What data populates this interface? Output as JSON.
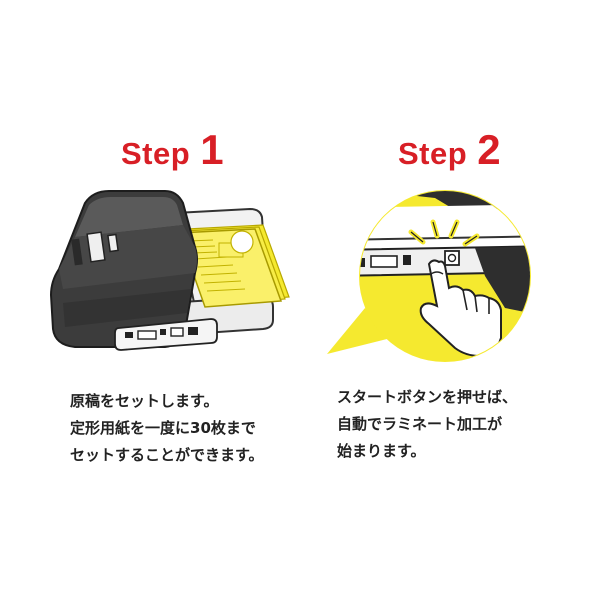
{
  "step1": {
    "word": "Step",
    "number": "1",
    "lines": [
      "原稿をセットします。",
      "定形用紙を一度に30枚まで",
      "セットすることができます。"
    ]
  },
  "step2": {
    "word": "Step",
    "number": "2",
    "lines": [
      "スタートボタンを押せば、",
      "自動でラミネート加工が",
      "始まります。"
    ]
  },
  "colors": {
    "accent_red": "#d81f26",
    "highlight_yellow": "#f5e92f",
    "machine_gray": "#3a3a3a",
    "text": "#222222"
  },
  "icons": [
    "laminator-machine",
    "pointing-hand-icon",
    "start-button-icon"
  ]
}
